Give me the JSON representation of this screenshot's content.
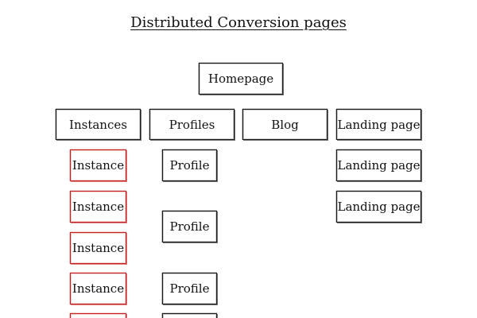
{
  "title": "Distributed Conversion pages",
  "colors": {
    "default_border": "#1a1a1a",
    "highlight_border": "#c41e1e"
  },
  "homepage": {
    "label": "Homepage"
  },
  "sections": [
    {
      "label": "Instances"
    },
    {
      "label": "Profiles"
    },
    {
      "label": "Blog"
    },
    {
      "label": "Landing page"
    }
  ],
  "instances": [
    {
      "label": "Instance"
    },
    {
      "label": "Instance"
    },
    {
      "label": "Instance"
    },
    {
      "label": "Instance"
    },
    {
      "label": ""
    }
  ],
  "profiles": [
    {
      "label": "Profile"
    },
    {
      "label": "Profile"
    },
    {
      "label": "Profile"
    },
    {
      "label": ""
    }
  ],
  "landing_pages": [
    {
      "label": "Landing page"
    },
    {
      "label": "Landing page"
    }
  ]
}
